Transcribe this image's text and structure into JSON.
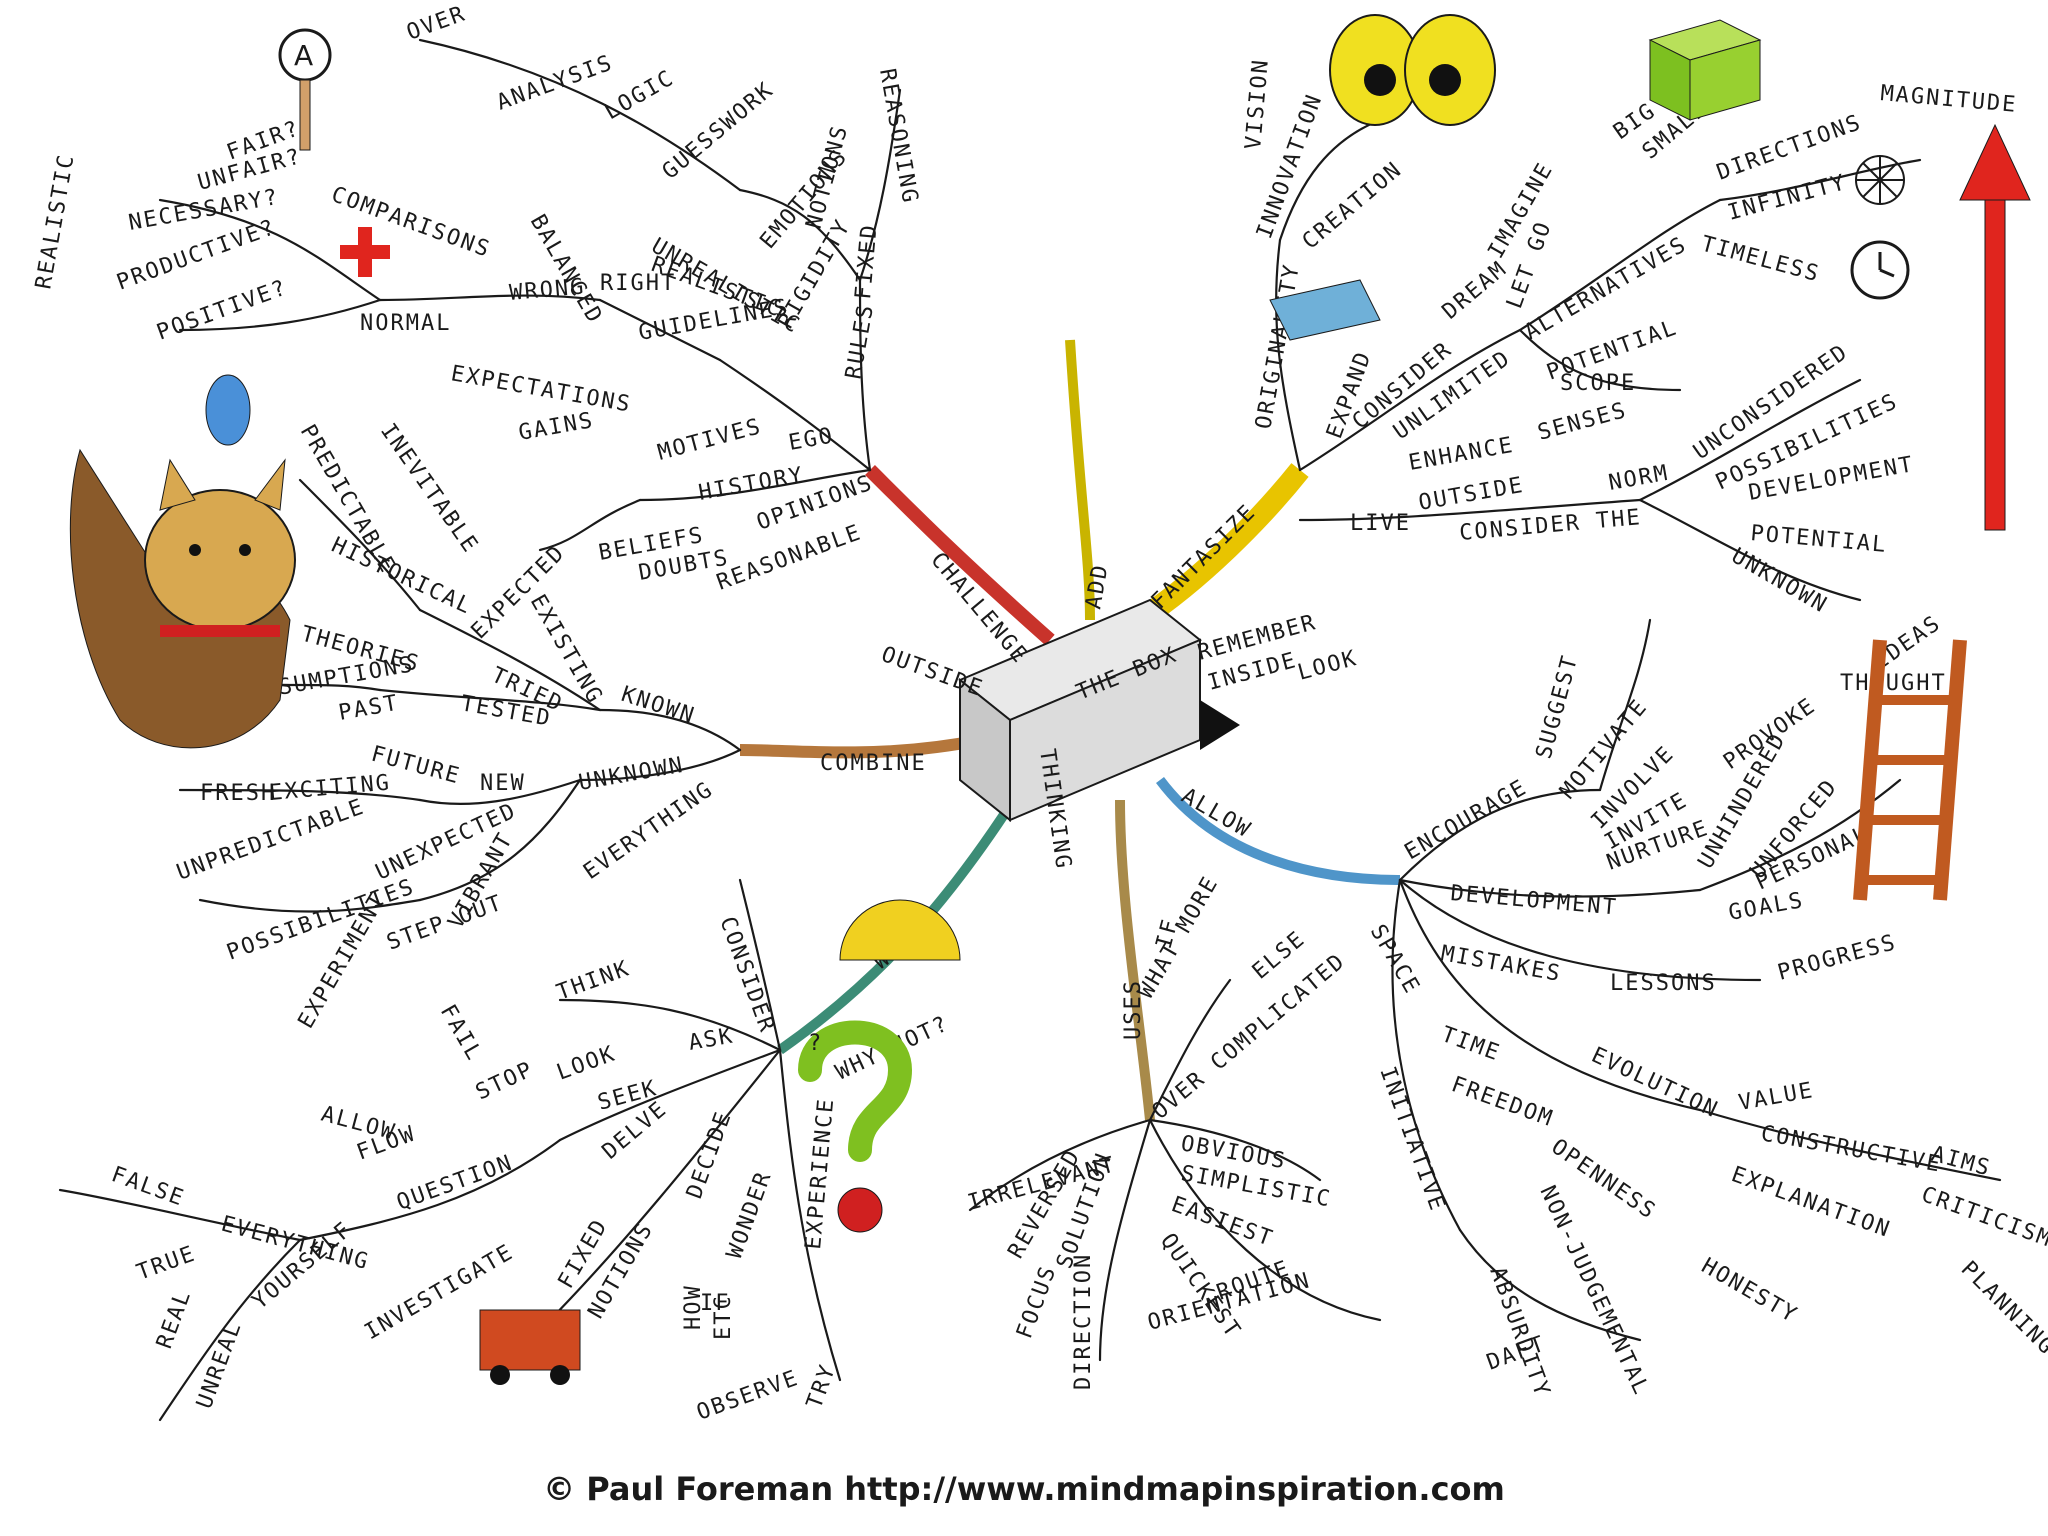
{
  "center": {
    "label": "THE BOX",
    "inside": "INSIDE",
    "outside": "OUTSIDE",
    "look": "LOOK",
    "remember": "REMEMBER"
  },
  "credit": "© Paul Foreman http://www.mindmapinspiration.com",
  "colors": {
    "challenge": "#c8332b",
    "add": "#c9b400",
    "fantasize": "#e8c400",
    "allow": "#4f95c9",
    "combine": "#b5773c",
    "thinking": "#3c8c76",
    "uses": "#a88a4a"
  },
  "icons": [
    "question-mark-icon",
    "eyes-icon",
    "red-cross-icon",
    "magnifier-icon",
    "ladder-icon",
    "arrow-up-icon",
    "cat-icon",
    "bird-icon",
    "sun-icon",
    "clock-icon",
    "compass-icon",
    "cube-icon",
    "book-icon",
    "cart-icon"
  ],
  "branches": [
    {
      "key": "challenge",
      "main": "CHALLENGE",
      "labels": [
        "RULES",
        "FIXED",
        "RIGIDITY",
        "REASONING",
        "NOTIONS",
        "EMOTIONS",
        "GUESSWORK",
        "LOGIC",
        "ANALYSIS",
        "OVER",
        "EGO",
        "MOTIVES",
        "EXPECTATIONS",
        "GAINS",
        "HISTORY",
        "OPINIONS",
        "BELIEFS",
        "DOUBTS",
        "REASONABLE",
        "REALISTIC",
        "UNREALISTIC",
        "GUIDELINES",
        "RIGHT",
        "WRONG",
        "BALANCED",
        "NORMAL",
        "COMPARISONS",
        "FAIR?",
        "UNFAIR?",
        "NECESSARY?",
        "PRODUCTIVE?",
        "POSITIVE?",
        "REALISTIC"
      ]
    },
    {
      "key": "known",
      "main": "KNOWN",
      "labels": [
        "EXISTING",
        "EXPECTED",
        "INEVITABLE",
        "PREDICTABLE",
        "TRIED",
        "TESTED",
        "HISTORICAL",
        "THEORIES",
        "ASSUMPTIONS",
        "PAST"
      ]
    },
    {
      "key": "unknown",
      "main": "UNKNOWN",
      "labels": [
        "COMBINE",
        "EVERYTHING",
        "NEW",
        "FUTURE",
        "EXCITING",
        "FRESH",
        "UNEXPECTED",
        "UNPREDICTABLE",
        "POSSIBILITIES",
        "VIBRANT",
        "STEP OUT",
        "EXPERIMENT",
        "FAIL"
      ]
    },
    {
      "key": "fantasize",
      "main": "FANTASIZE",
      "labels": [
        "ORIGINALITY",
        "VISION",
        "INNOVATION",
        "CREATION",
        "EXPAND",
        "CONSIDER",
        "UNLIMITED",
        "DREAM",
        "IMAGINE",
        "LET GO",
        "BIG",
        "SMALL",
        "ALTERNATIVES",
        "POTENTIAL",
        "SCOPE",
        "DIRECTIONS",
        "MAGNITUDE",
        "INFINITY",
        "TIMELESS",
        "LIVE",
        "ENHANCE",
        "SENSES",
        "OUTSIDE",
        "NORM",
        "CONSIDER THE",
        "UNCONSIDERED",
        "POSSIBILITIES",
        "DEVELOPMENT",
        "POTENTIAL",
        "UNKNOWN"
      ]
    },
    {
      "key": "allow",
      "main": "ALLOW",
      "labels": [
        "ENCOURAGE",
        "SUGGEST",
        "MOTIVATE",
        "INVOLVE",
        "INVITE",
        "NURTURE",
        "DEVELOPMENT",
        "PROVOKE",
        "IDEAS",
        "THOUGHT",
        "UNHINDERED",
        "UNFORCED",
        "PERSONAL",
        "GOALS",
        "MISTAKES",
        "LESSONS",
        "PROGRESS",
        "EVOLUTION",
        "VALUE",
        "CONSTRUCTIVE",
        "EXPLANATION",
        "AIMS",
        "CRITICISM",
        "PLANNING",
        "SPACE",
        "TIME",
        "FREEDOM",
        "OPENNESS",
        "HONESTY",
        "INITIATIVE",
        "NON-JUDGEMENTAL",
        "ABSURDITY",
        "DAFT"
      ]
    },
    {
      "key": "uses",
      "main": "USES",
      "labels": [
        "IF",
        "WHAT MORE",
        "ELSE",
        "OVER COMPLICATED",
        "OBVIOUS",
        "SIMPLISTIC",
        "EASIEST",
        "QUICKEST",
        "ROUTE",
        "ORIENTATION",
        "IRRELEVANT",
        "REVERSED",
        "SOLUTION",
        "FOCUS",
        "DIRECTION"
      ]
    },
    {
      "key": "thinking",
      "main": "THINKING",
      "labels": [
        "WHY?",
        "WHY NOT?",
        "CONSIDER",
        "THINK",
        "ASK",
        "LOOK",
        "SEEK",
        "STOP",
        "ALLOW",
        "FLOW",
        "QUESTION",
        "DELVE",
        "EVERYTHING",
        "YOURSELF",
        "FALSE",
        "TRUE",
        "REAL",
        "UNREAL",
        "INVESTIGATE",
        "FIXED",
        "NOTIONS",
        "DECIDE",
        "WONDER",
        "HOW",
        "ETC",
        "IF",
        "EXPERIENCE",
        "TRY",
        "OBSERVE"
      ]
    },
    {
      "key": "add",
      "main": "ADD",
      "labels": []
    }
  ]
}
